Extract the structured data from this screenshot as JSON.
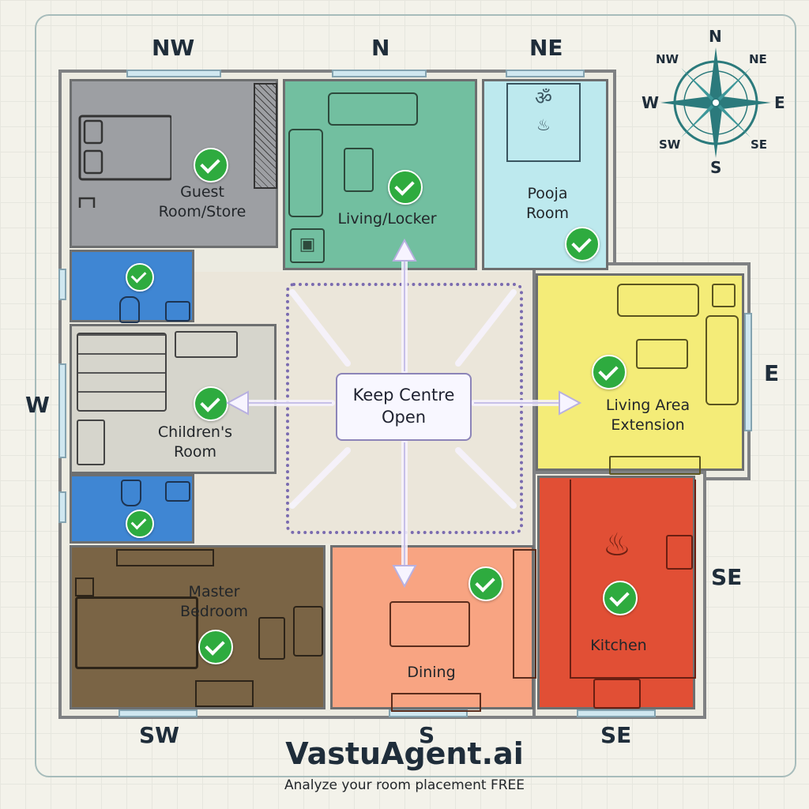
{
  "directions": {
    "nw": "NW",
    "n": "N",
    "ne": "NE",
    "w": "W",
    "e": "E",
    "se_side": "SE",
    "sw": "SW",
    "s": "S",
    "se": "SE"
  },
  "compass": {
    "n": "N",
    "nw": "NW",
    "ne": "NE",
    "w": "W",
    "e": "E",
    "sw": "SW",
    "se": "SE",
    "s": "S"
  },
  "rooms": {
    "guest": {
      "label_line1": "Guest",
      "label_line2": "Room/Store",
      "color": "#9d9fa3"
    },
    "living_locker": {
      "label": "Living/Locker",
      "color": "#72bfa0"
    },
    "pooja": {
      "label_line1": "Pooja",
      "label_line2": "Room",
      "color": "#bde9ee"
    },
    "children": {
      "label_line1": "Children's",
      "label_line2": "Room",
      "color": "#d6d5cc"
    },
    "living_ext": {
      "label_line1": "Living Area",
      "label_line2": "Extension",
      "color": "#f4ec78"
    },
    "master": {
      "label_line1": "Master",
      "label_line2": "Bedroom",
      "color": "#7a6445"
    },
    "dining": {
      "label": "Dining",
      "color": "#f8a482"
    },
    "kitchen": {
      "label": "Kitchen",
      "color": "#e14f35"
    },
    "bath": {
      "color": "#3f86d3"
    }
  },
  "centre": {
    "line1": "Keep Centre",
    "line2": "Open"
  },
  "brand": {
    "title": "VastuAgent.ai",
    "subtitle": "Analyze your room placement FREE"
  },
  "colors": {
    "check": "#2eab3f",
    "centre_border": "#7a6bb0",
    "compass": "#2b7a7c"
  },
  "icons": [
    "check-icon",
    "compass-rose-icon",
    "bed-icon",
    "sofa-icon",
    "lock-icon",
    "om-icon",
    "diya-icon",
    "swastika-icon",
    "toilet-icon",
    "sink-icon",
    "bunk-bed-icon",
    "desk-icon",
    "dining-table-icon",
    "flame-icon",
    "stove-icon",
    "arrow-icon"
  ]
}
